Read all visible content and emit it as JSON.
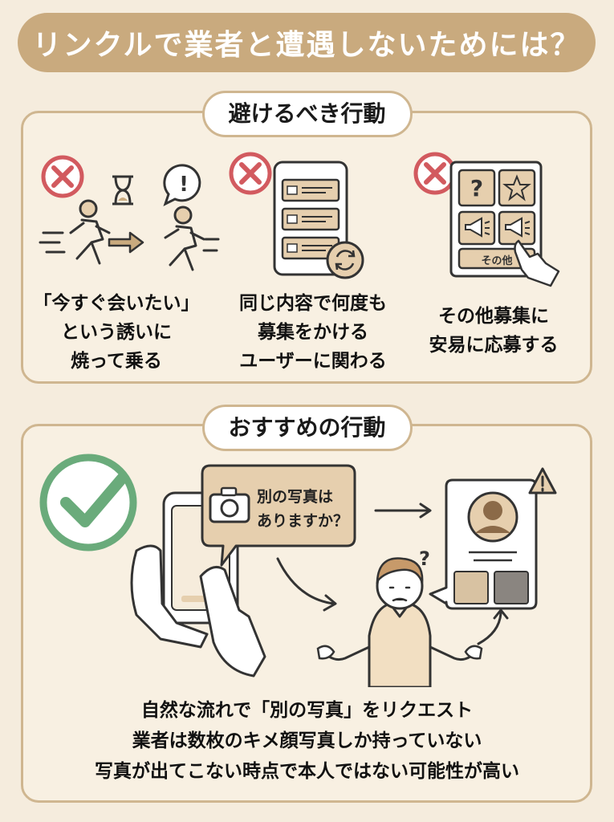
{
  "title": "リンクルで業者と遭遇しないためには？",
  "avoid": {
    "heading": "避けるべき行動",
    "items": [
      {
        "lines": [
          "「今すぐ会いたい」",
          "という誘いに",
          "焼って乗る"
        ]
      },
      {
        "lines": [
          "同じ内容で何度も",
          "募集をかける",
          "ユーザーに関わる"
        ]
      },
      {
        "lines": [
          "その他募集に",
          "安易に応募する"
        ]
      }
    ],
    "misc_label": "その他"
  },
  "recommend": {
    "heading": "おすすめの行動",
    "bubble_lines": [
      "別の写真は",
      "ありますか？"
    ],
    "lines": [
      "自然な流れで「別の写真」をリクエスト",
      "業者は数枚のキメ顔写真しか持っていない",
      "写真が出てこない時点で本人ではない可能性が高い"
    ]
  },
  "colors": {
    "accent": "#c9aa7e",
    "border": "#cfb690",
    "cross": "#d25a5f",
    "check": "#6aab7b"
  },
  "icons": [
    "cross-icon",
    "hourglass-icon",
    "exclamation-icon",
    "running-person-icon",
    "arrow-icon",
    "list-screen-icon",
    "refresh-icon",
    "question-icon",
    "star-icon",
    "megaphone-icon",
    "pointing-hand-icon",
    "check-icon",
    "smartphone-icon",
    "camera-icon",
    "profile-card-icon",
    "warning-icon",
    "confused-man-icon"
  ]
}
